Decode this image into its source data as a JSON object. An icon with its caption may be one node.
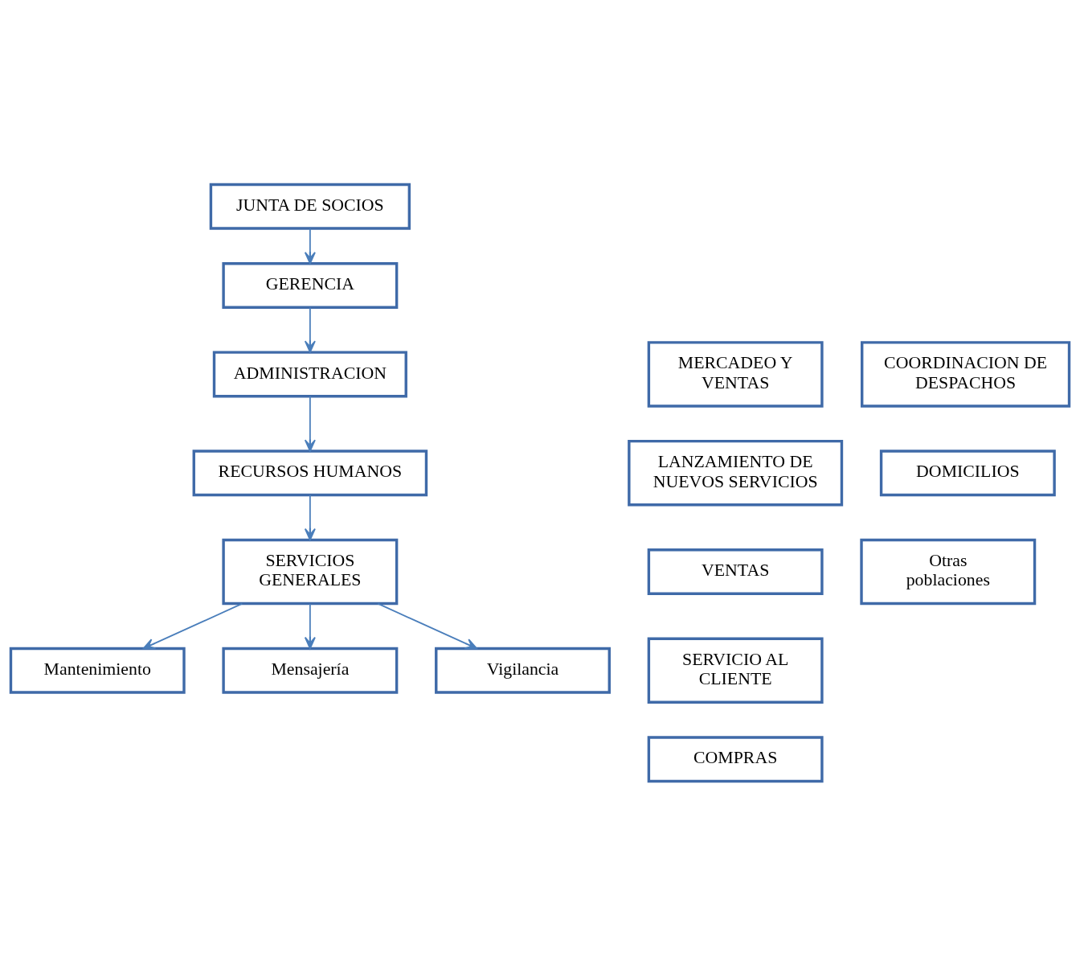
{
  "diagram": {
    "nodes": [
      {
        "text": [
          "JUNTA DE SOCIOS"
        ]
      },
      {
        "text": [
          "GERENCIA"
        ]
      },
      {
        "text": [
          "MERCADEO Y VENTAS"
        ]
      },
      {
        "text": [
          "ADMINISTRACION"
        ]
      },
      {
        "text": [
          "COORDINACION DE DESPACHOS"
        ]
      },
      {
        "text": [
          "LANZAMIENTO DE NUEVOS SERVICIOS"
        ]
      },
      {
        "text": [
          "RECURSOS HUMANOS"
        ]
      },
      {
        "text": [
          "DOMICILIOS"
        ]
      },
      {
        "text": [
          "VENTAS"
        ]
      },
      {
        "text": [
          "SERVICIOS GENERALES"
        ]
      },
      {
        "text": [
          "Otras poblaciones"
        ]
      },
      {
        "text": [
          "Mantenimiento"
        ]
      },
      {
        "text": [
          "Mensajería"
        ]
      },
      {
        "text": [
          "Vigilancia"
        ]
      },
      {
        "text": [
          "SERVICIO AL CLIENTE"
        ]
      },
      {
        "text": [
          "COMPRAS"
        ]
      }
    ],
    "edges": [
      {
        "from": 0,
        "to": 1,
        "arrow": "to"
      },
      {
        "from": 1,
        "to": 3,
        "arrow": "to"
      },
      {
        "from": 3,
        "to": 6,
        "arrow": "to"
      },
      {
        "from": 6,
        "to": 9,
        "arrow": "to"
      },
      {
        "from": 9,
        "to": 11,
        "arrow": "to"
      },
      {
        "from": 9,
        "to": 12,
        "arrow": "to"
      },
      {
        "from": 9,
        "to": 13,
        "arrow": "to"
      }
    ]
  }
}
